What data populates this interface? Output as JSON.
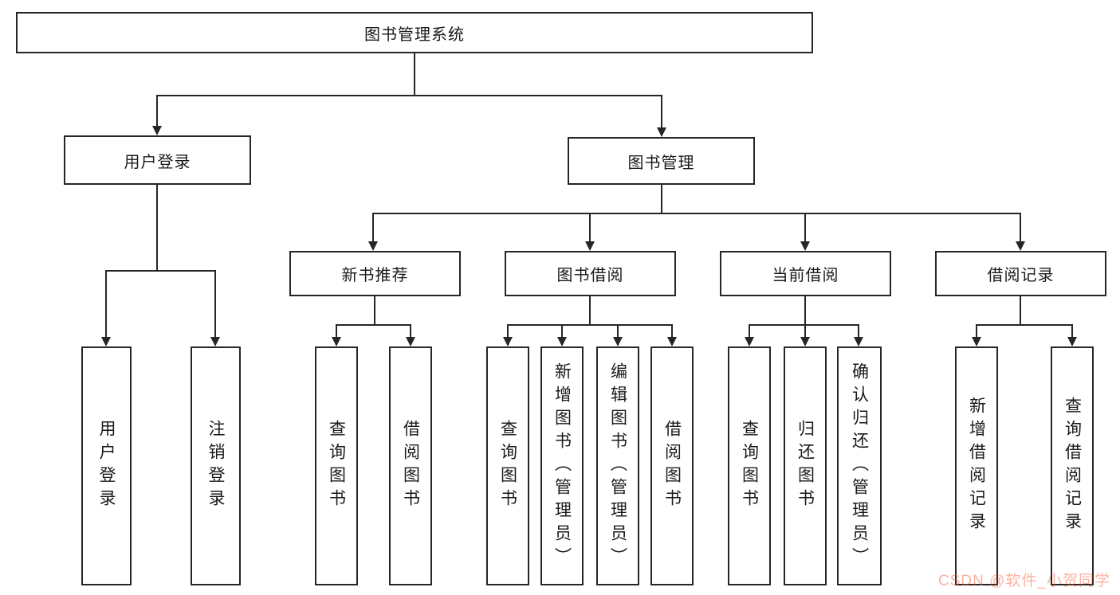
{
  "diagram": {
    "root": {
      "label": "图书管理系统"
    },
    "user_login": {
      "label": "用户登录",
      "children": [
        "用户登录",
        "注销登录"
      ]
    },
    "book_mgmt": {
      "label": "图书管理"
    },
    "mgmt_sections": [
      {
        "label": "新书推荐",
        "children": [
          "查询图书",
          "借阅图书"
        ]
      },
      {
        "label": "图书借阅",
        "children": [
          "查询图书",
          "新增图书（管理员）",
          "编辑图书（管理员）",
          "借阅图书"
        ]
      },
      {
        "label": "当前借阅",
        "children": [
          "查询图书",
          "归还图书",
          "确认归还（管理员）"
        ]
      },
      {
        "label": "借阅记录",
        "children": [
          "新增借阅记录",
          "查询借阅记录"
        ]
      }
    ]
  },
  "watermark": {
    "text": "CSDN @软件_小贺同学",
    "color": "#fc5531"
  },
  "colors": {
    "line": "#262626",
    "border": "#262626",
    "background": "#ffffff"
  }
}
